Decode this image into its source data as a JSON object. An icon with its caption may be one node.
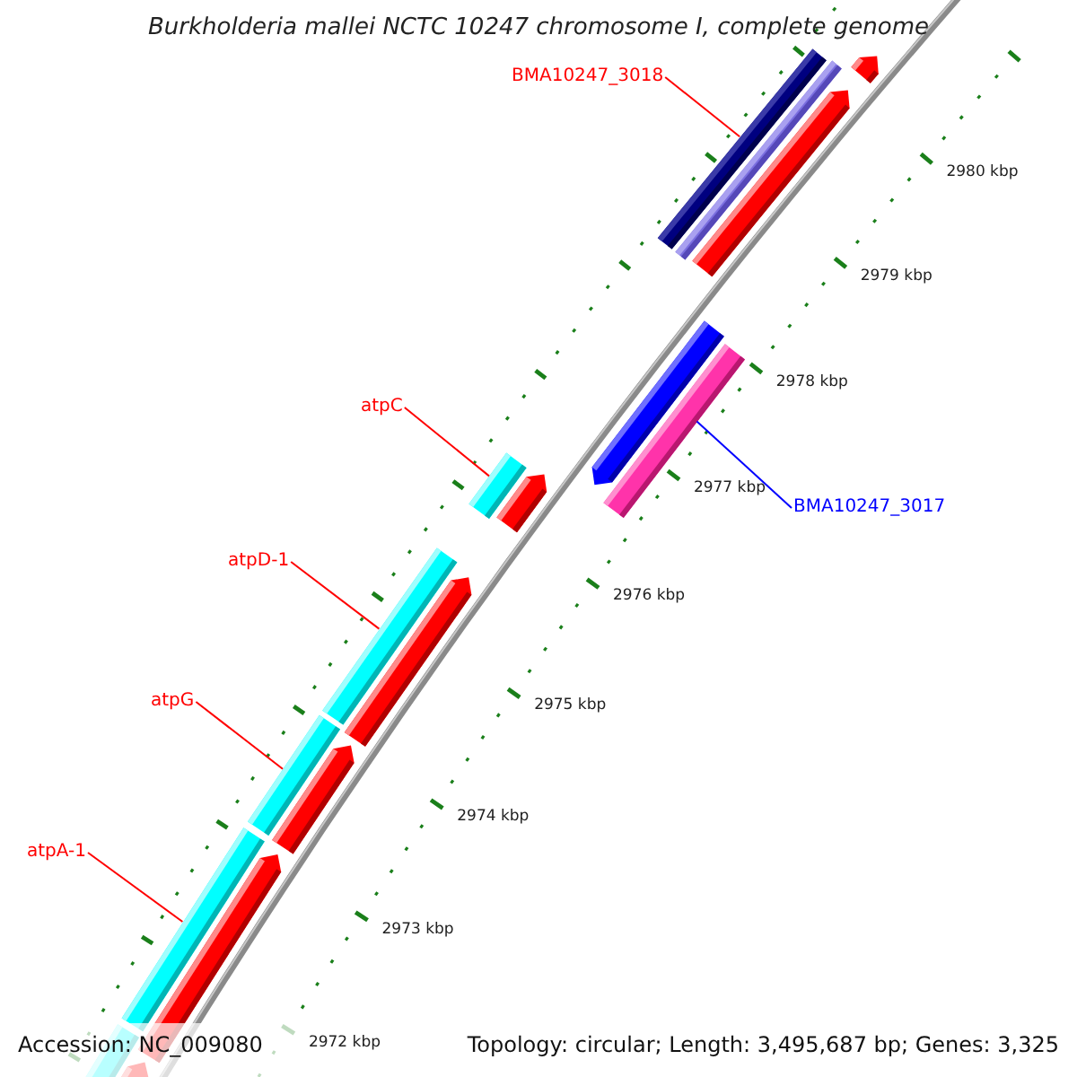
{
  "diagram": {
    "title": "Burkholderia mallei NCTC 10247 chromosome I, complete genome",
    "nodes": [
      {
        "text": [
          "BMA10247_3018"
        ]
      },
      {
        "text": [],
        "shape": "bar"
      },
      {
        "text": [
          "atpC"
        ]
      },
      {
        "text": [],
        "shape": "bar"
      },
      {
        "text": [
          "atpD-1"
        ]
      },
      {
        "text": [],
        "shape": "bar"
      },
      {
        "text": [
          "atpG"
        ]
      },
      {
        "text": [],
        "shape": "bar"
      },
      {
        "text": [
          "atpA-1"
        ]
      },
      {
        "text": [],
        "shape": "bar"
      },
      {
        "text": [
          "BMA10247_3017"
        ]
      },
      {
        "text": [],
        "shape": "bar"
      }
    ],
    "edges": [
      {
        "from": 0,
        "to": 1,
        "arrow": "none"
      },
      {
        "from": 2,
        "to": 3,
        "arrow": "none"
      },
      {
        "from": 4,
        "to": 5,
        "arrow": "none"
      },
      {
        "from": 6,
        "to": 7,
        "arrow": "none"
      },
      {
        "from": 8,
        "to": 9,
        "arrow": "none"
      },
      {
        "from": 10,
        "to": 11,
        "arrow": "none",
        "color": "#0000ff"
      }
    ],
    "labels": [
      "2980 kbp",
      "2979 kbp",
      "2978 kbp",
      "2977 kbp",
      "2976 kbp",
      "2975 kbp",
      "2974 kbp",
      "2973 kbp",
      "2972 kbp",
      "Accession: NC_009080",
      "Topology: circular; Length: 3,495,687 bp; Genes: 3,325"
    ]
  }
}
